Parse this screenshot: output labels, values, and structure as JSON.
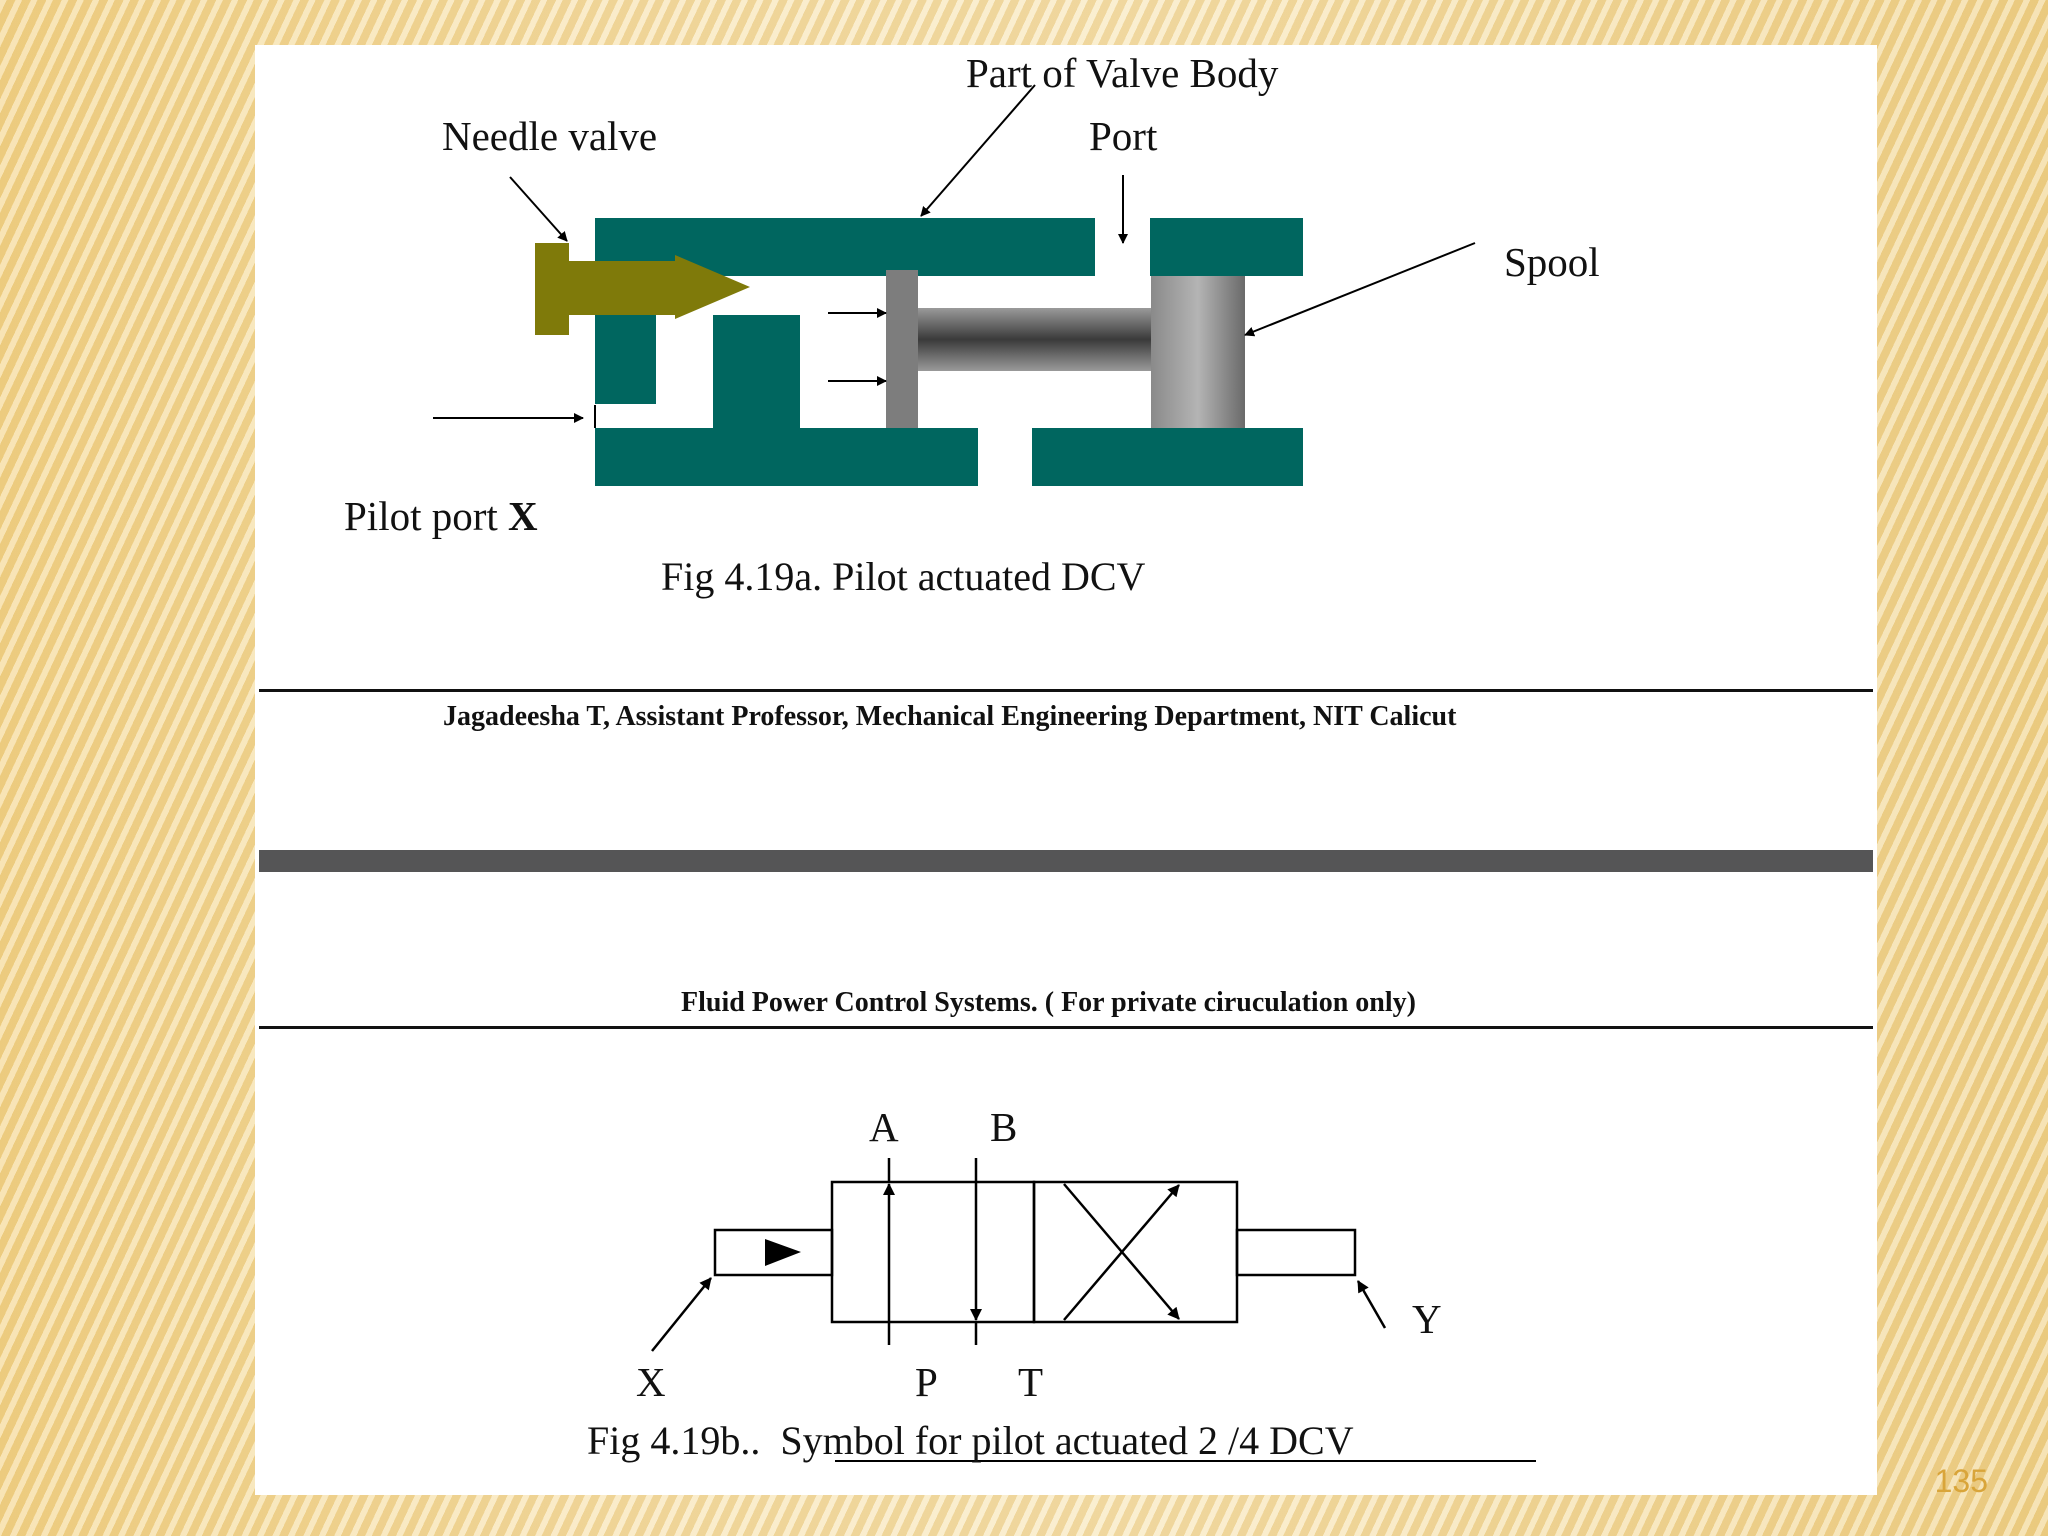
{
  "figure_a": {
    "labels": {
      "valve_body": "Part of Valve Body",
      "needle_valve": "Needle valve",
      "port": "Port",
      "spool": "Spool",
      "pilot_port": "Pilot port",
      "pilot_port_letter": "X"
    },
    "caption": "Fig 4.19a.  Pilot actuated DCV",
    "colors": {
      "body": "#00665f",
      "needle": "#7f7a0a",
      "spool": "#7d7d7d"
    }
  },
  "footer": "Jagadeesha T, Assistant Professor, Mechanical Engineering Department, NIT Calicut",
  "header": "Fluid Power Control Systems.  ( For private ciruculation only)",
  "figure_b": {
    "ports": {
      "a": "A",
      "b": "B",
      "p": "P",
      "t": "T",
      "x": "X",
      "y": "Y"
    },
    "caption_prefix": "Fig  4.19b..",
    "caption_text": "Symbol for pilot actuated 2 /4 DCV"
  },
  "slide_number": "135"
}
